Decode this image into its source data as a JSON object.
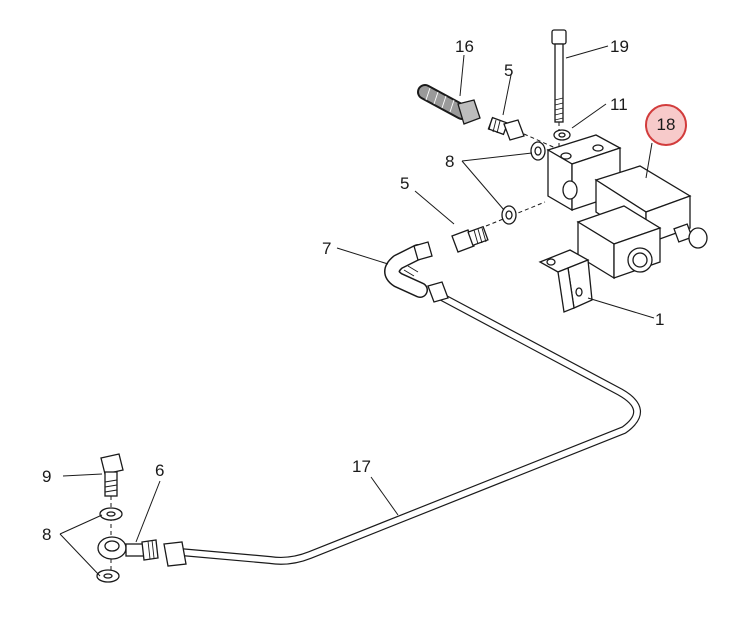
{
  "callouts": {
    "c1": "1",
    "c5a": "5",
    "c5b": "5",
    "c6": "6",
    "c7": "7",
    "c8a": "8",
    "c8b": "8",
    "c9": "9",
    "c11": "11",
    "c16": "16",
    "c17": "17",
    "c18": "18",
    "c19": "19"
  },
  "colors": {
    "highlight_fill": "#f7caca",
    "highlight_stroke": "#d23c3c",
    "line": "#1a1a1a"
  }
}
